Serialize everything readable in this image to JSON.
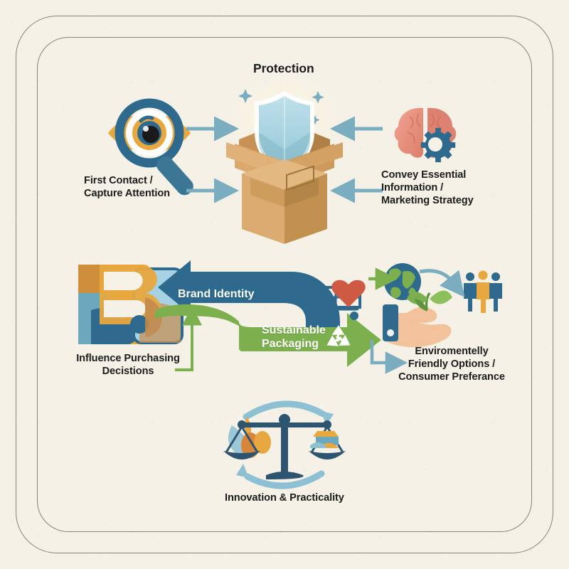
{
  "page": {
    "background_color": "#f5f1e7",
    "frame_color": "#8c8272",
    "text_color": "#1c1c1c"
  },
  "diagram": {
    "title": "Protection",
    "type": "packaging-benefits-infographic",
    "palette": {
      "blue_arrow": "#2e6a8e",
      "green_arrow": "#7cb04e",
      "teal_connector": "#7badc0",
      "box_tan": "#d8a469",
      "box_tan_dark": "#c08e4f",
      "shield_blue": "#a9d6e3",
      "brain_coral": "#e89180",
      "gear_blue": "#2e6a8e",
      "orange": "#e8a13c",
      "heart_red": "#cf5a43",
      "leaf_green": "#7cb04e",
      "globe_blue": "#2e6a8e",
      "skin_tan": "#f2c39a",
      "scale_navy": "#2d5570"
    },
    "nodes": [
      {
        "id": "protection",
        "label": "Protection",
        "icon": "shield-over-open-box-icon",
        "position": "top-center"
      },
      {
        "id": "first-contact",
        "label": "First Contact /\nCapture Attention",
        "line1": "First Contact /",
        "line2": "Capture Attention",
        "icon": "eye-magnifier-icon",
        "position": "top-left"
      },
      {
        "id": "convey-essential",
        "label": "Convey Essential Information / Marketing Strategy",
        "line1": "Convey Essential",
        "line2": "Information /",
        "line3": "Marketing Strategy",
        "icon": "brain-gear-icon",
        "position": "top-right"
      },
      {
        "id": "influence-purchasing",
        "label": "Influence Purchasing Decistions",
        "line1": "Influence Purchasing",
        "line2": "Decistions",
        "icon": "brand-b-phone-icon",
        "position": "middle-left"
      },
      {
        "id": "environment-friendly",
        "label": "Enviromentelly Friendly Options / Consumer Preference",
        "line1": "Enviromentelly",
        "line2": "Friendly Options /",
        "line3": "Consumer Preferance",
        "icon": "hand-holding-plant-icon",
        "position": "middle-right"
      },
      {
        "id": "innovation-practicality",
        "label": "Innovation & Practicality",
        "icon": "balance-scale-cycle-icon",
        "position": "bottom-center"
      }
    ],
    "flow_arrows": [
      {
        "id": "brand-identity-arrow",
        "label": "Brand Identity",
        "color": "#2e6a8e",
        "direction": "right-to-left"
      },
      {
        "id": "sustainable-packaging-arrow",
        "line1": "Sustainable",
        "line2": "Packaging",
        "label": "Sustainable Packaging",
        "color": "#7cb04e",
        "direction": "left-to-right",
        "badge": "recycle-icon"
      }
    ],
    "connector_arrows": [
      {
        "id": "eye-to-box",
        "color": "#7badc0",
        "direction": "right"
      },
      {
        "id": "first-contact-to-box",
        "color": "#7badc0",
        "direction": "right"
      },
      {
        "id": "brain-to-box",
        "color": "#7badc0",
        "direction": "left"
      },
      {
        "id": "convey-to-box",
        "color": "#7badc0",
        "direction": "left"
      },
      {
        "id": "influence-to-brand-arrow",
        "color": "#7cb04e",
        "direction": "up"
      },
      {
        "id": "cart-to-globe",
        "color": "#7cb04e",
        "direction": "right"
      },
      {
        "id": "globe-to-people",
        "color": "#7badc0",
        "direction": "right"
      },
      {
        "id": "packaging-to-environment",
        "color": "#7badc0",
        "direction": "right-down"
      }
    ]
  }
}
